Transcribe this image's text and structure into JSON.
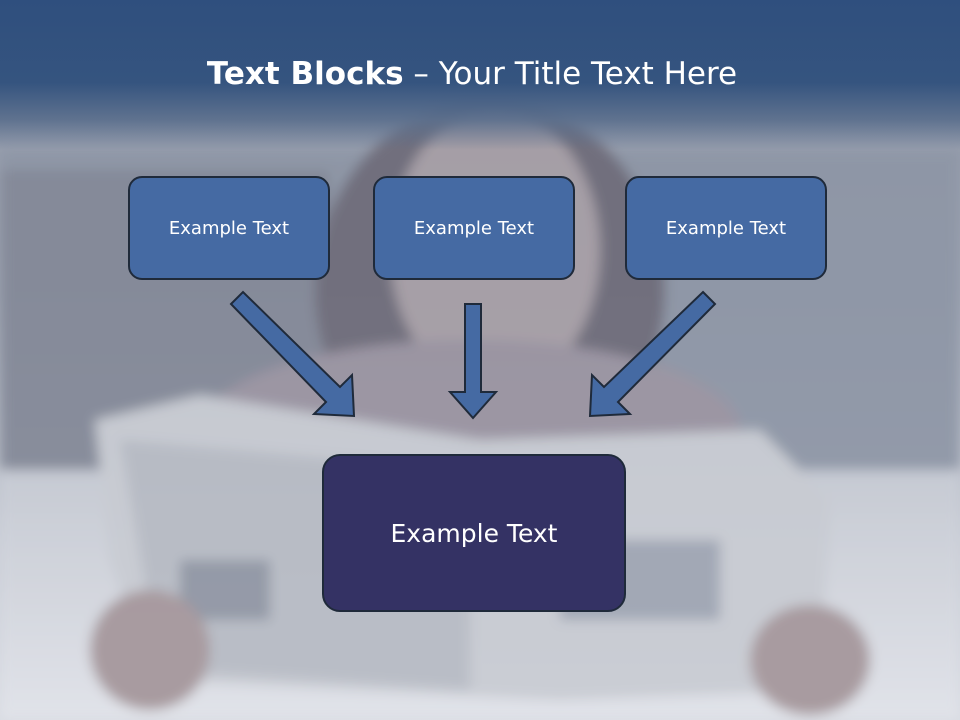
{
  "slide": {
    "title_bold": "Text Blocks",
    "title_sep": " – ",
    "title_rest": "Your Title Text Here"
  },
  "blocks": {
    "top": [
      "Example Text",
      "Example Text",
      "Example Text"
    ],
    "bottom": "Example Text"
  },
  "colors": {
    "header": "#2f4f7e",
    "small_box": "#456aa3",
    "big_box": "#343264",
    "arrow": "#456aa3",
    "border": "#1f2a3a"
  }
}
